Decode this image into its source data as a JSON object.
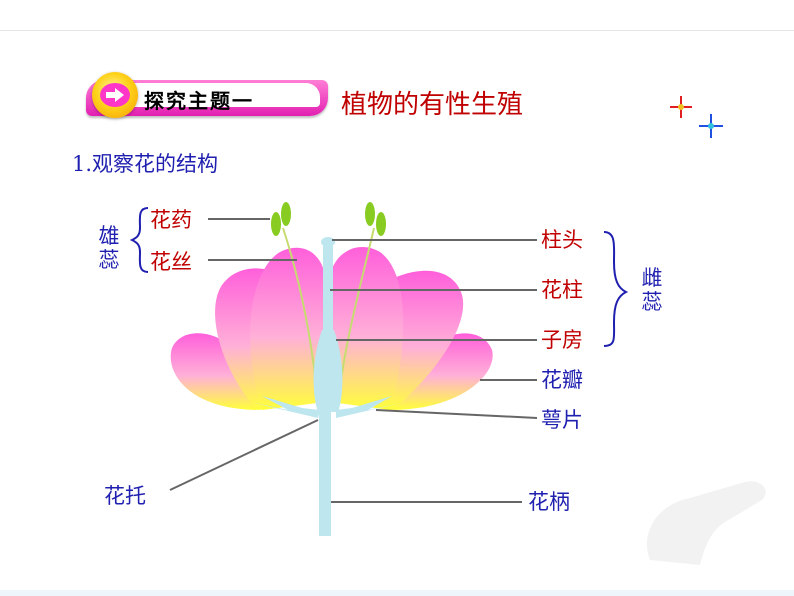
{
  "header": {
    "banner_label": "探究主题一",
    "title": "植物的有性生殖"
  },
  "section": {
    "title": "1.观察花的结构"
  },
  "diagram": {
    "stamen_group": "雄蕊",
    "pistil_group": "雌蕊",
    "labels": {
      "anther": "花药",
      "filament": "花丝",
      "stigma": "柱头",
      "style": "花柱",
      "ovary": "子房",
      "petal": "花瓣",
      "sepal": "萼片",
      "receptacle": "花托",
      "pedicel": "花柄"
    },
    "colors": {
      "petal_top": "#ff66dd",
      "petal_bottom": "#ffff44",
      "stem": "#bde6ee",
      "anther": "#88cc22",
      "red_text": "#c00000",
      "blue_text": "#1f1fb0"
    }
  }
}
